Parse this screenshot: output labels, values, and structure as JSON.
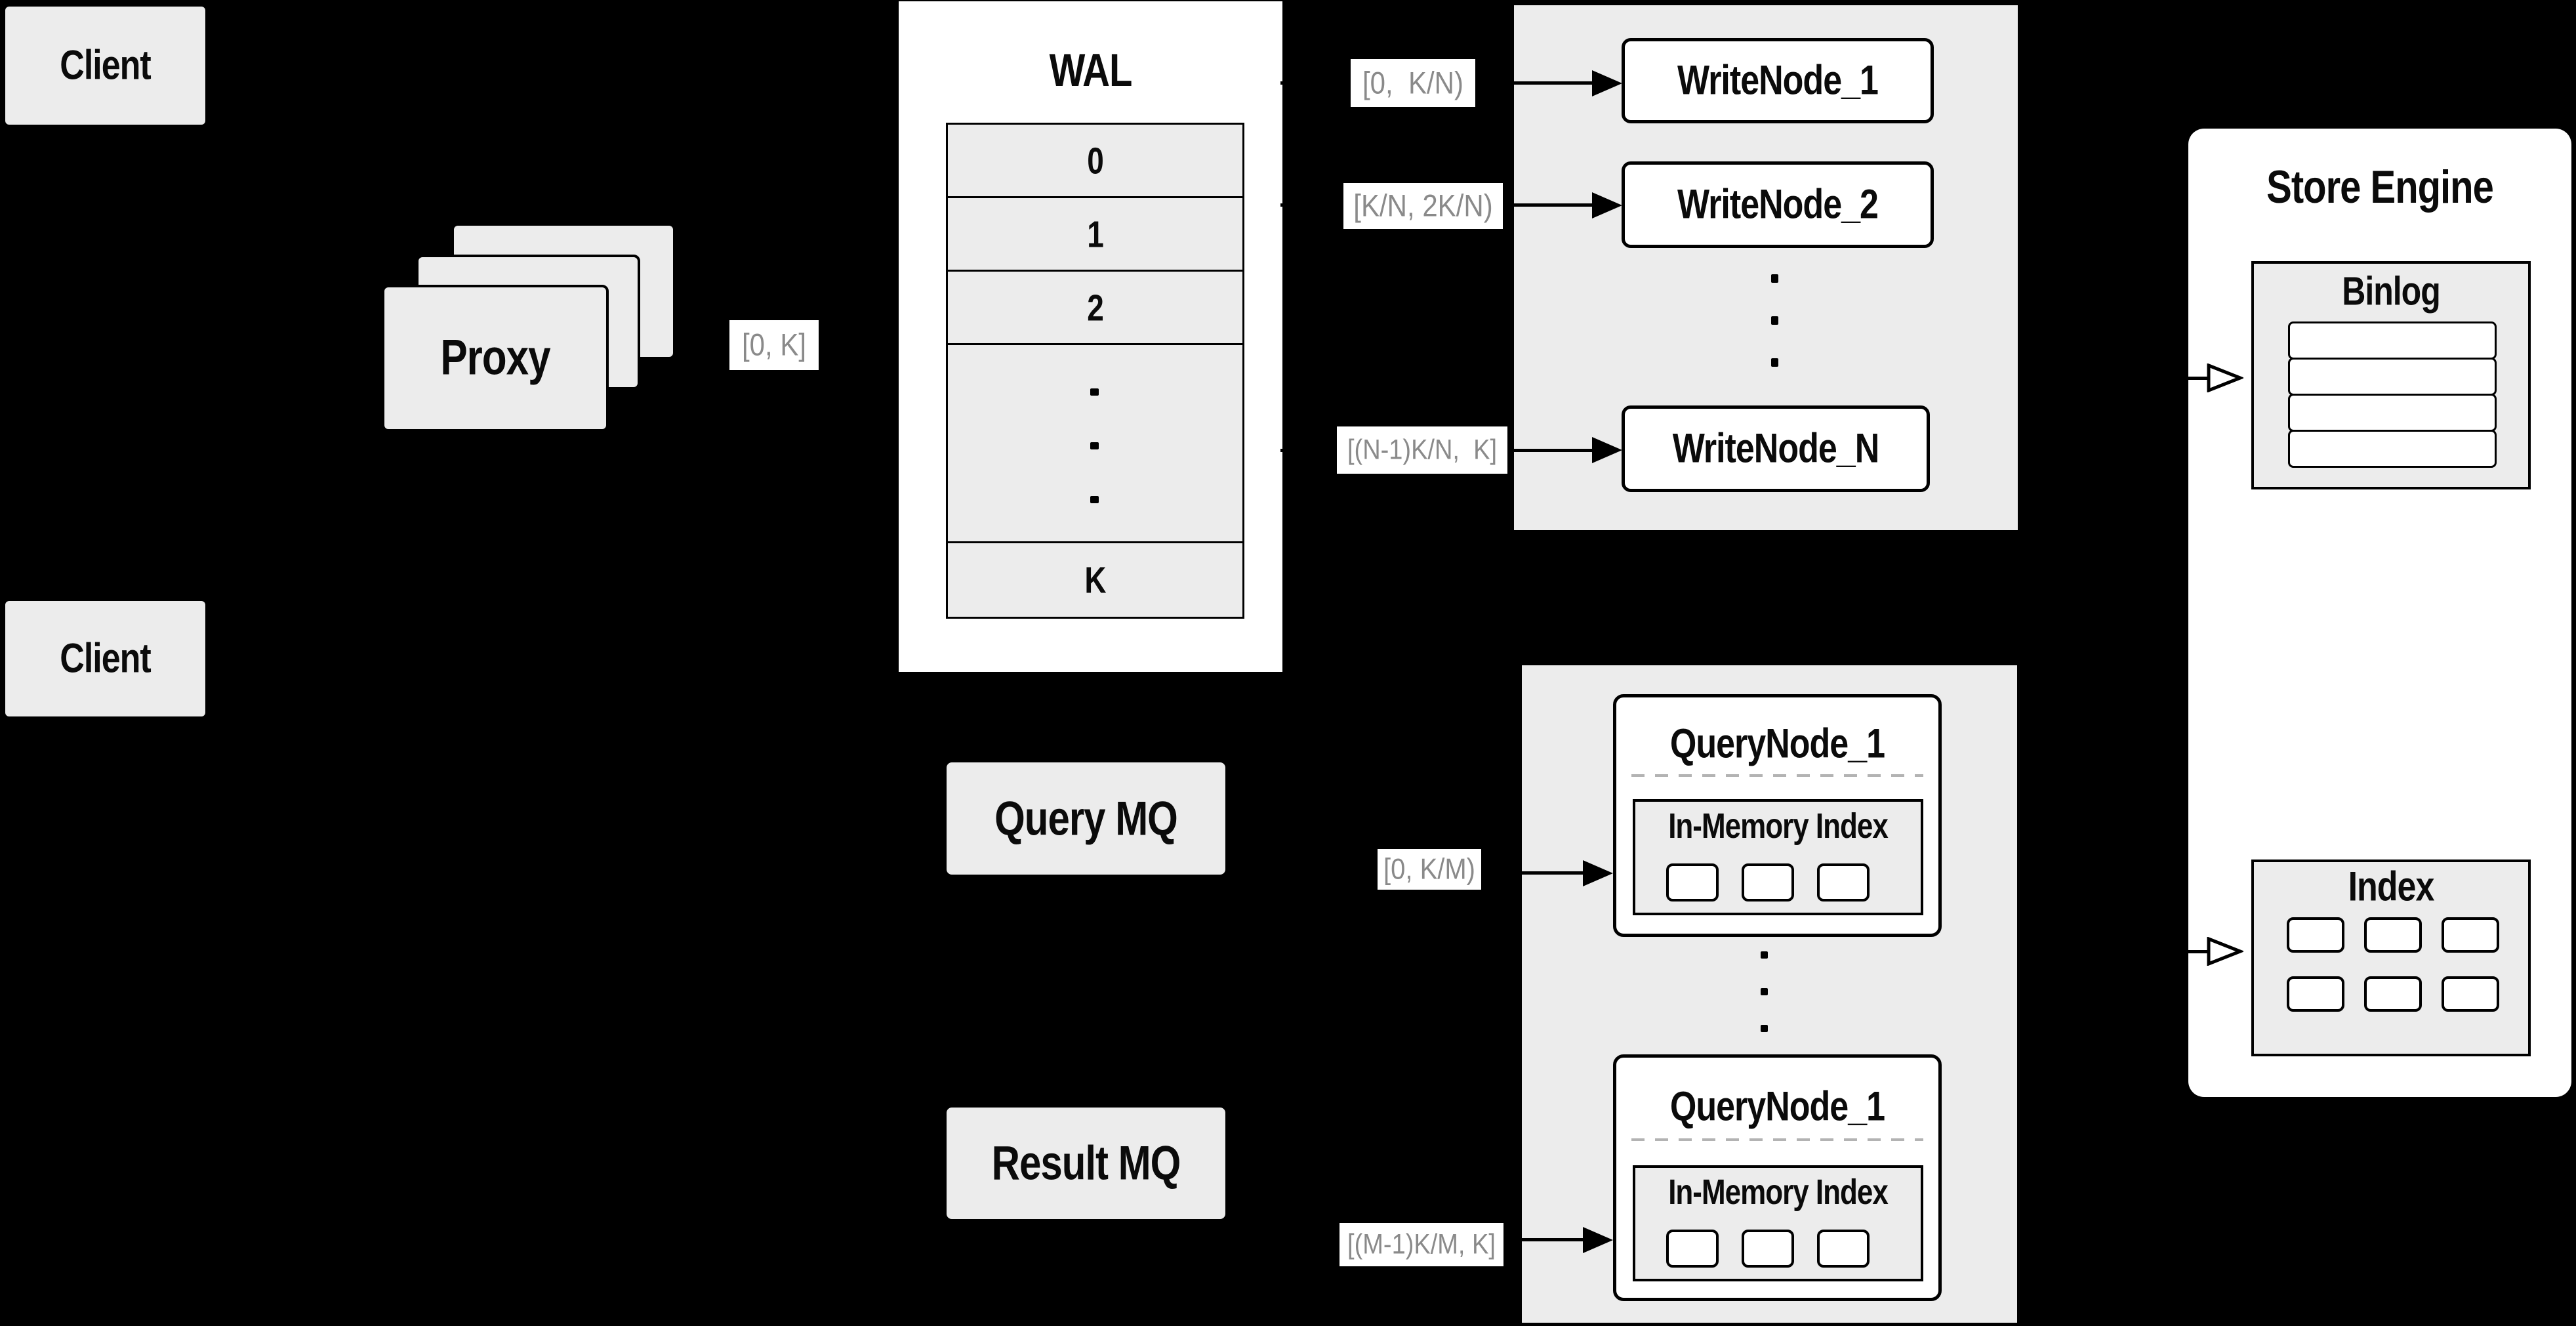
{
  "colors": {
    "background": "#000000",
    "panel_gray": "#ececec",
    "box_white": "#ffffff",
    "border_black": "#000000",
    "range_label_text": "#8a8a8a",
    "dashed_divider": "#b3b3b3"
  },
  "client_top": {
    "label": "Client"
  },
  "client_bottom": {
    "label": "Client"
  },
  "proxy": {
    "label": "Proxy",
    "range": "[0, K]"
  },
  "wal": {
    "title": "WAL",
    "rows": [
      "0",
      "1",
      "2"
    ],
    "last_row": "K"
  },
  "write_nodes": {
    "items": [
      {
        "name": "WriteNode_1",
        "range": "[0,  K/N)"
      },
      {
        "name": "WriteNode_2",
        "range": "[K/N, 2K/N)"
      },
      {
        "name": "WriteNode_N",
        "range": "[(N-1)K/N,  K]"
      }
    ]
  },
  "mq": {
    "query": "Query MQ",
    "result": "Result MQ"
  },
  "query_nodes": {
    "items": [
      {
        "name": "QueryNode_1",
        "inner_title": "In-Memory Index",
        "range": "[0, K/M)"
      },
      {
        "name": "QueryNode_1",
        "inner_title": "In-Memory Index",
        "range": "[(M-1)K/M, K]"
      }
    ]
  },
  "store_engine": {
    "title": "Store Engine",
    "binlog_title": "Binlog",
    "index_title": "Index"
  }
}
